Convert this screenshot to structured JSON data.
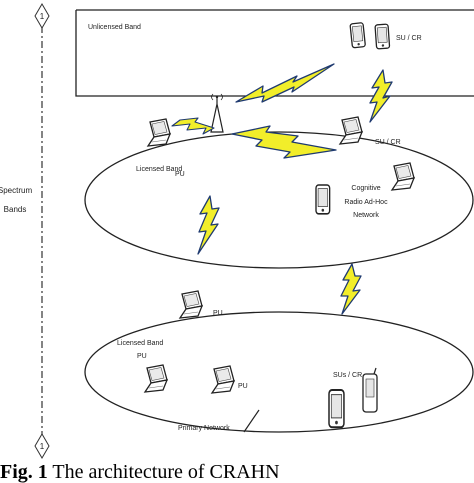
{
  "axis": {
    "top_marker": "1",
    "bottom_marker": "1",
    "label_line1": "Spectrum",
    "label_line2": "Bands"
  },
  "unlicensed": {
    "title": "Unlicensed Band",
    "node_label": "SU / CR"
  },
  "crahn": {
    "title": "Licensed Band",
    "pu_label": "PU",
    "su_label": "SU / CR",
    "network_line1": "Cognitive",
    "network_line2": "Radio Ad-Hoc",
    "network_line3": "Network"
  },
  "primary": {
    "pu_top_label": "PU",
    "title": "Licensed Band",
    "pu_left_label": "PU",
    "pu_right_label": "PU",
    "su_label": "SUs / CR",
    "network_label": "Primary Network"
  },
  "caption": {
    "prefix": "Fig. 1",
    "text": " The architecture of CRAHN"
  },
  "colors": {
    "bolt": "#f2ee2a",
    "bolt_edge": "#1f3a70",
    "line": "#222222"
  }
}
